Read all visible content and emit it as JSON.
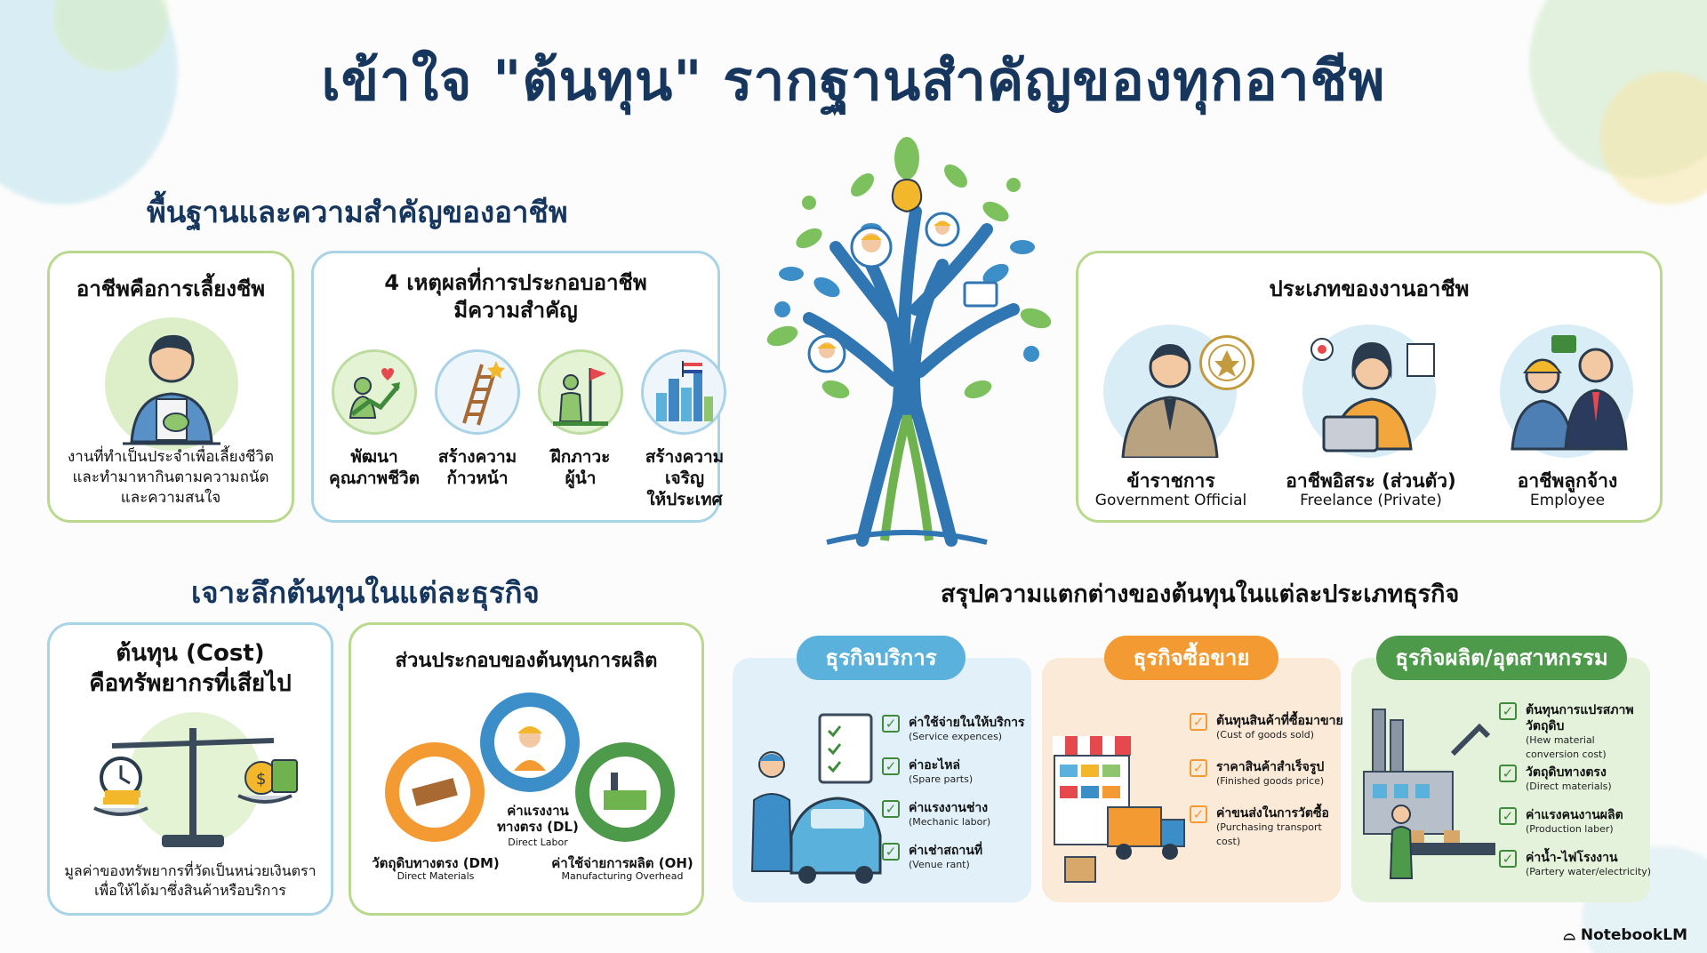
{
  "title": "เข้าใจ \"ต้นทุน\" รากฐานสำคัญของทุกอาชีพ",
  "sections": {
    "career_basics": "พื้นฐานและความสำคัญของอาชีพ",
    "cost_deep": "เจาะลึกต้นทุนในแต่ละธุรกิจ",
    "cost_summary": "สรุปความแตกต่างของต้นทุนในแต่ละประเภทธุรกิจ"
  },
  "livelihood": {
    "title": "อาชีพคือการเลี้ยงชีพ",
    "desc_line1": "งานที่ทำเป็นประจำเพื่อเลี้ยงชีวิต",
    "desc_line2": "และทำมาหากินตามความถนัด",
    "desc_line3": "และความสนใจ"
  },
  "reasons": {
    "title_line1": "4 เหตุผลที่การประกอบอาชีพ",
    "title_line2": "มีความสำคัญ",
    "items": [
      {
        "line1": "พัฒนา",
        "line2": "คุณภาพชีวิต"
      },
      {
        "line1": "สร้างความ",
        "line2": "ก้าวหน้า"
      },
      {
        "line1": "ฝึกภาวะ",
        "line2": "ผู้นำ"
      },
      {
        "line1": "สร้างความเจริญ",
        "line2": "ให้ประเทศ"
      }
    ]
  },
  "job_types": {
    "title": "ประเภทของงานอาชีพ",
    "items": [
      {
        "th": "ข้าราชการ",
        "en": "Government Official"
      },
      {
        "th": "อาชีพอิสระ (ส่วนตัว)",
        "en": "Freelance (Private)"
      },
      {
        "th": "อาชีพลูกจ้าง",
        "en": "Employee"
      }
    ]
  },
  "cost_def": {
    "title_line1": "ต้นทุน (Cost)",
    "title_line2": "คือทรัพยากรที่เสียไป",
    "desc_line1": "มูลค่าของทรัพยากรที่วัดเป็นหน่วยเงินตรา",
    "desc_line2": "เพื่อให้ได้มาซึ่งสินค้าหรือบริการ"
  },
  "production_cost": {
    "title": "ส่วนประกอบของต้นทุนการผลิต",
    "dm": {
      "th": "วัตถุดิบทางตรง (DM)",
      "en": "Direct Materials"
    },
    "dl": {
      "th_line1": "ค่าแรงงาน",
      "th_line2": "ทางตรง (DL)",
      "en": "Direct Labor"
    },
    "oh": {
      "th": "ค่าใช้จ่ายการผลิต (OH)",
      "en": "Manufacturing Overhead"
    }
  },
  "service": {
    "label": "ธุรกิจบริการ",
    "color": "#5ab2dc",
    "items": [
      {
        "th": "ค่าใช้จ่ายในให้บริการ",
        "en": "(Service expences)"
      },
      {
        "th": "ค่าอะไหล่",
        "en": "(Spare parts)"
      },
      {
        "th": "ค่าแรงงานช่าง",
        "en": "(Mechanic labor)"
      },
      {
        "th": "ค่าเช่าสถานที่",
        "en": "(Venue rant)"
      }
    ]
  },
  "trade": {
    "label": "ธุรกิจซื้อขาย",
    "color": "#f39a32",
    "items": [
      {
        "th": "ต้นทุนสินค้าที่ซื้อมาขาย",
        "en": "(Cust of goods sold)"
      },
      {
        "th": "ราคาสินค้าสำเร็จรูป",
        "en": "(Finished goods price)"
      },
      {
        "th": "ค่าขนส่งในการวัตซื้อ",
        "en": "(Purchasing transport",
        "en2": "cost)"
      }
    ]
  },
  "manufacturing": {
    "label": "ธุรกิจผลิต/อุตสาหกรรม",
    "color": "#4d9a4a",
    "items": [
      {
        "th": "ต้นทุนการแปรสภาพ",
        "th2": "วัตถุดิบ",
        "en": "(Hew material",
        "en2": "conversion cost)"
      },
      {
        "th": "วัตถุดิบทางตรง",
        "en": "(Direct materials)"
      },
      {
        "th": "ค่าแรงคนงานผลิต",
        "en": "(Production laber)"
      },
      {
        "th": "ค่าน้ำ-ไฟโรงงาน",
        "en": "(Partery water/electricity)"
      }
    ]
  },
  "brand": "NotebookLM"
}
